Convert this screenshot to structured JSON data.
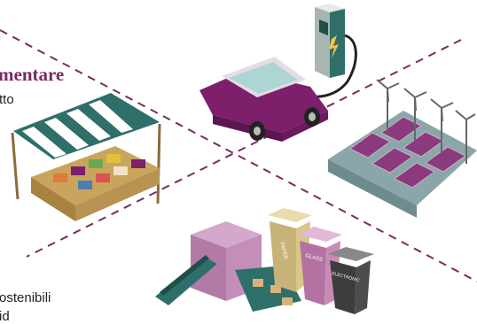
{
  "labels": {
    "title_fragment": "mentare",
    "subtitle_fragment": "tto",
    "bottom_fragment_1": "ostenibili",
    "bottom_fragment_2": "id"
  },
  "bins": {
    "paper": "PAPER",
    "glass": "GLASS",
    "electronic": "ELECTRONIC"
  },
  "colors": {
    "accent_purple": "#7a2a63",
    "dashed_line": "#7a2a63",
    "teal": "#2f6f6a",
    "bin_paper": "#d9c78a",
    "bin_glass": "#c98bb5",
    "bin_electronic": "#4d4d4d"
  },
  "icons": [
    "ev-charger-icon",
    "car-icon",
    "market-stall-icon",
    "wind-turbine-icon",
    "solar-panel-icon",
    "recycling-factory-icon",
    "recycling-bin-icon"
  ]
}
